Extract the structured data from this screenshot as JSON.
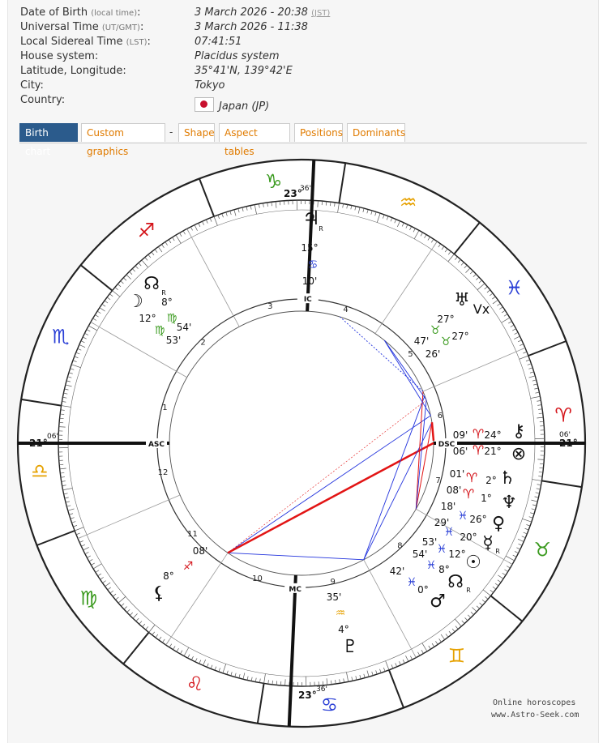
{
  "info": {
    "dob_label": "Date of Birth",
    "dob_note": "(local time)",
    "dob_value": "3 March 2026 - 20:38",
    "dob_tz": "(JST)",
    "ut_label": "Universal Time",
    "ut_note": "(UT/GMT)",
    "ut_value": "3 March 2026 - 11:38",
    "lst_label": "Local Sidereal Time",
    "lst_note": "(LST)",
    "lst_value": "07:41:51",
    "house_label": "House system:",
    "house_value": "Placidus system",
    "latlon_label": "Latitude, Longitude:",
    "latlon_value": "35°41'N, 139°42'E",
    "city_label": "City:",
    "city_value": "Tokyo",
    "country_label": "Country:",
    "country_value": "Japan (JP)",
    "colon": ":"
  },
  "tabs": {
    "birth_chart": "Birth chart",
    "custom_graphics": "Custom graphics",
    "sep": "-",
    "shape": "Shape",
    "aspect_tables": "Aspect tables",
    "positions": "Positions",
    "dominants": "Dominants"
  },
  "chart": {
    "axes": {
      "asc": "ASC",
      "dsc": "DSC",
      "mc": "MC",
      "ic": "IC",
      "asc_deg": "21°",
      "asc_min": "06'",
      "dsc_deg": "21°",
      "dsc_min": "06'",
      "mc_deg": "23°",
      "mc_min": "36'",
      "ic_deg": "23°",
      "ic_min": "36'"
    },
    "houses": [
      "1",
      "2",
      "3",
      "4",
      "5",
      "6",
      "7",
      "8",
      "9",
      "10",
      "11",
      "12"
    ],
    "signs": {
      "aries": "♈",
      "taurus": "♉",
      "gemini": "♊",
      "cancer": "♋",
      "leo": "♌",
      "virgo": "♍",
      "libra": "♎",
      "scorpio": "♏",
      "sagittarius": "♐",
      "capricorn": "♑",
      "aquarius": "♒",
      "pisces": "♓"
    },
    "planets": {
      "jupiter": {
        "glyph": "♃",
        "retro": "R",
        "deg": "15°",
        "sign": "♋",
        "min": "10'"
      },
      "north_node_top": {
        "glyph": "☊",
        "retro": "R"
      },
      "moon": {
        "glyph": "☽",
        "deg": "8°",
        "min_deg": "12°",
        "sign": "♍",
        "sign2": "♍",
        "min1": "54'",
        "min2": "53'"
      },
      "uranus": {
        "glyph": "♅",
        "deg": "27°",
        "deg2": "27°",
        "sign": "♉",
        "sign2": "♉",
        "min1": "47'",
        "min2": "26'"
      },
      "vertex": {
        "glyph": "Vx"
      },
      "chiron": {
        "glyph": "⚷",
        "deg": "24°",
        "sign": "♈",
        "min": "09'"
      },
      "fortune": {
        "glyph": "⊗",
        "deg": "21°",
        "sign": "♈",
        "min": "06'"
      },
      "saturn": {
        "glyph": "♄",
        "deg": "2°",
        "sign": "♈",
        "min": "01'"
      },
      "neptune": {
        "glyph": "♆",
        "deg": "1°",
        "sign": "♈",
        "min": "08'"
      },
      "venus": {
        "glyph": "♀",
        "deg": "26°",
        "sign": "♓",
        "min": "18'"
      },
      "mercury": {
        "glyph": "☿",
        "retro": "R",
        "deg": "20°",
        "sign": "♓",
        "min": "29'"
      },
      "sun": {
        "glyph": "☉",
        "deg": "12°",
        "sign": "♓",
        "min": "53'"
      },
      "node": {
        "glyph": "☊",
        "retro": "R",
        "deg": "8°",
        "sign": "♓",
        "min": "54'"
      },
      "mars": {
        "glyph": "♂",
        "deg": "0°",
        "sign": "♓",
        "min": "42'"
      },
      "lilith": {
        "glyph": "⚸",
        "deg": "8°",
        "sign": "♐",
        "min": "08'"
      },
      "pluto": {
        "glyph": "♇",
        "deg": "4°",
        "sign": "♒",
        "min": "35'"
      }
    }
  },
  "watermark": {
    "line1": "Online horoscopes",
    "line2": "www.Astro-Seek.com"
  },
  "colors": {
    "fire": "#d4141a",
    "earth": "#3a9a1e",
    "air": "#e6a100",
    "water": "#2a3fd6",
    "tab_active": "#2b5b8c",
    "tab_link": "#e07b00",
    "aspect_red": "#e21414",
    "aspect_blue": "#2233dd"
  }
}
